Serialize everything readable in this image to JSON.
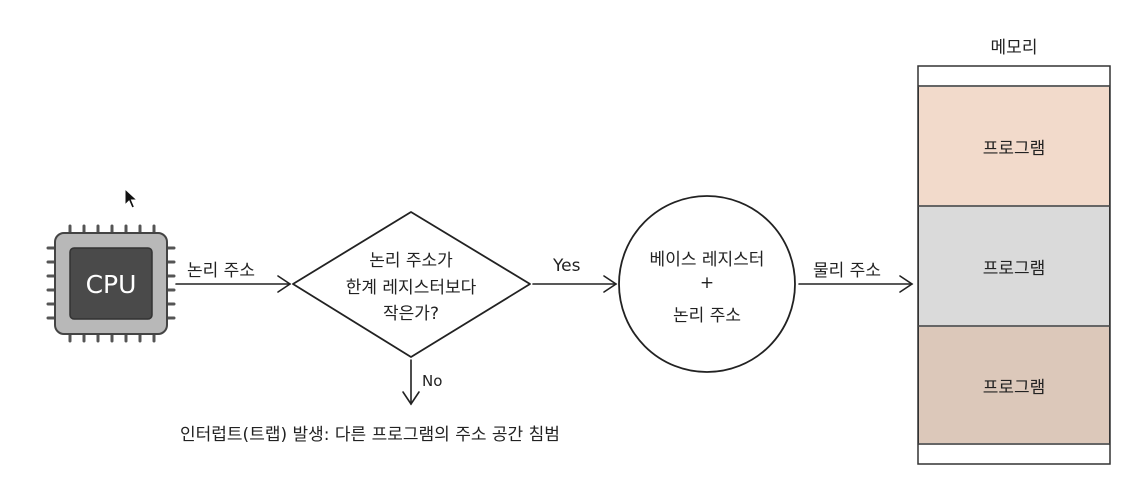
{
  "cpu": {
    "label": "CPU"
  },
  "edge_logical_address": "논리 주소",
  "decision": {
    "line1": "논리 주소가",
    "line2": "한계 레지스터보다",
    "line3": "작은가?"
  },
  "edge_yes": "Yes",
  "edge_no": "No",
  "adder": {
    "line1": "베이스 레지스터",
    "line2": "+",
    "line3": "논리 주소"
  },
  "edge_physical_address": "물리 주소",
  "interrupt_text": "인터럽트(트랩) 발생: 다른 프로그램의 주소 공간 침범",
  "memory": {
    "title": "메모리",
    "blocks": [
      {
        "label": "프로그램",
        "color": "#f2dacb"
      },
      {
        "label": "프로그램",
        "color": "#dadada"
      },
      {
        "label": "프로그램",
        "color": "#dcc8ba"
      }
    ]
  }
}
